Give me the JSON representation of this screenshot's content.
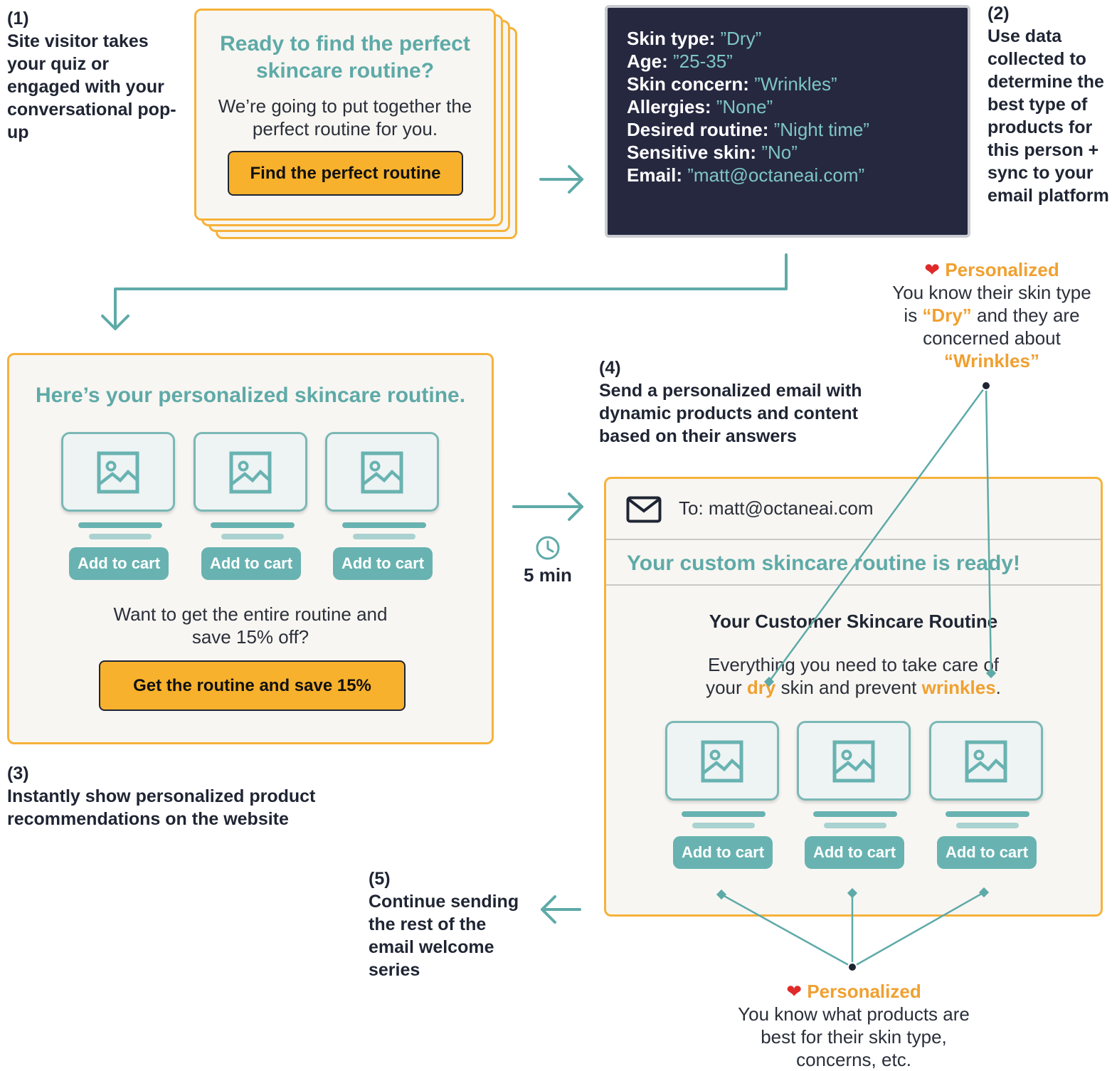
{
  "steps": {
    "s1": {
      "num": "(1)",
      "text": "Site visitor takes your quiz or engaged with your conversational pop-up"
    },
    "s2": {
      "num": "(2)",
      "text": "Use data collected to determine the best type of products for this person + sync to your email platform"
    },
    "s3": {
      "num": "(3)",
      "text": "Instantly show personalized product recommendations on the website"
    },
    "s4": {
      "num": "(4)",
      "text": "Send a personalized email with dynamic products and content based on their answers"
    },
    "s5": {
      "num": "(5)",
      "text": "Continue sending the rest of the email welcome series"
    }
  },
  "quiz_popup": {
    "title": "Ready to find the perfect skincare routine?",
    "body": "We’re going to put together the perfect routine for you.",
    "button": "Find the perfect routine"
  },
  "data_panel": {
    "rows": [
      {
        "label": "Skin type:",
        "value": "”Dry”"
      },
      {
        "label": "Age:",
        "value": "”25-35”"
      },
      {
        "label": "Skin concern:",
        "value": "”Wrinkles”"
      },
      {
        "label": "Allergies:",
        "value": "”None”"
      },
      {
        "label": "Desired routine:",
        "value": "”Night time”"
      },
      {
        "label": "Sensitive skin:",
        "value": "”No”"
      },
      {
        "label": "Email:",
        "value": "”matt@octaneai.com”"
      }
    ]
  },
  "personalized_top": {
    "heading": "Personalized",
    "line1": "You know their skin type",
    "line2_a": "is ",
    "line2_b": "“Dry”",
    "line2_c": " and they are",
    "line3": "concerned about",
    "line4": "“Wrinkles”"
  },
  "website_recs": {
    "title": "Here’s your personalized skincare routine.",
    "add_to_cart": "Add to cart",
    "offer_line1": "Want to get the entire routine and",
    "offer_line2": "save 15% off?",
    "button": "Get the routine and save 15%"
  },
  "delay": {
    "label": "5 min"
  },
  "email": {
    "to": "To: matt@octaneai.com",
    "subject": "Your custom skincare routine is ready!",
    "heading": "Your Customer Skincare Routine",
    "body_a": "Everything you need to take care of",
    "body_b": "your ",
    "body_dry": "dry",
    "body_c": " skin and prevent ",
    "body_wrinkles": "wrinkles",
    "body_d": ".",
    "add_to_cart": "Add to cart"
  },
  "personalized_bottom": {
    "heading": "Personalized",
    "line1": "You know what products are",
    "line2": "best for their skin type,",
    "line3": "concerns, etc."
  },
  "colors": {
    "teal": "#5eaaa8",
    "orange": "#f6b23a",
    "navy": "#262840"
  }
}
